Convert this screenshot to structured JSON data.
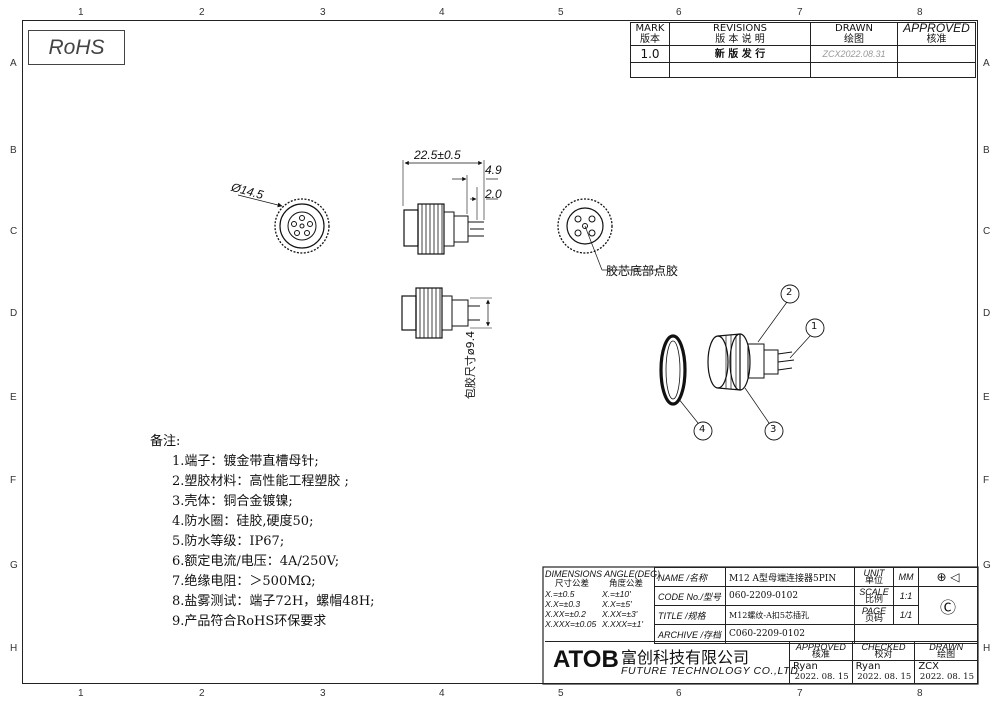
{
  "zones_top": [
    "1",
    "2",
    "3",
    "4",
    "5",
    "6",
    "7",
    "8"
  ],
  "zones_side": [
    "A",
    "B",
    "C",
    "D",
    "E",
    "F",
    "G",
    "H"
  ],
  "rohs": "RoHS",
  "revisions": {
    "h_mark": "MARK",
    "h_mark_cn": "版本",
    "h_rev": "REVISIONS",
    "h_rev_cn": "版 本 说 明",
    "h_drawn": "DRAWN",
    "h_drawn_cn": "绘图",
    "h_approved": "APPROVED",
    "h_approved_cn": "核准",
    "row_mark": "1.0",
    "row_desc": "新 版 发 行",
    "row_drawn": "ZCX2022.08.31"
  },
  "dims": {
    "diameter": "Ø14.5",
    "length": "22.5±0.5",
    "d1": "4.9",
    "d2": "2.0",
    "pack": "包胶尺寸ø9.4"
  },
  "glue_label": "胶芯底部点胶",
  "balloons": [
    "1",
    "2",
    "3",
    "4"
  ],
  "notes": {
    "title": "备注:",
    "items": [
      "1.端子：镀金带直槽母针;",
      "2.塑胶材料：高性能工程塑胶 ;",
      "3.壳体：铜合金镀镍;",
      "4.防水圈：硅胶,硬度50;",
      "5.防水等级：IP67;",
      "6.额定电流/电压：4A/250V;",
      "7.绝缘电阻：＞500MΩ;",
      "8.盐雾测试：端子72H，螺帽48H;",
      "9.产品符合RoHS环保要求"
    ]
  },
  "titleblock": {
    "tol_header": "DIMENSIONS ANGLE(DEG)",
    "tol_cn1": "尺寸公差",
    "tol_cn2": "角度公差",
    "tol_rows": [
      [
        "X.=±0.5",
        "X.=±10'"
      ],
      [
        "X.X=±0.3",
        "X.X=±5'"
      ],
      [
        "X.XX=±0.2",
        "X.XX=±3'"
      ],
      [
        "X.XXX=±0.05",
        "X.XXX=±1'"
      ]
    ],
    "name_label": "NAME   /名称",
    "name_value": "M12 A型母端连接器5PIN",
    "code_label": "CODE No./型号",
    "code_value": "060-2209-0102",
    "title_label": "TITLE   /规格",
    "title_value": "M12螺纹-A扣5芯插孔",
    "archive_label": "ARCHIVE /存档",
    "archive_value": "C060-2209-0102",
    "unit_label": "UNIT",
    "unit_cn": "单位",
    "unit_value": "MM",
    "scale_label": "SCALE",
    "scale_cn": "比例",
    "scale_value": "1:1",
    "page_label": "PAGE",
    "page_cn": "页码",
    "page_value": "1/1",
    "logo": "ATOB",
    "company_cn": "富创科技有限公司",
    "company_en": "FUTURE TECHNOLOGY CO.,LTD",
    "approved_label": "APPROVED",
    "approved_cn": "核准",
    "checked_label": "CHECKED",
    "checked_cn": "校对",
    "drawn_label": "DRAWN",
    "drawn_cn": "绘图",
    "approved_name": "Ryan",
    "checked_name": "Ryan",
    "drawn_name": "ZCX",
    "approved_date": "2022. 08. 15",
    "checked_date": "2022. 08. 15",
    "drawn_date": "2022. 08. 15"
  }
}
